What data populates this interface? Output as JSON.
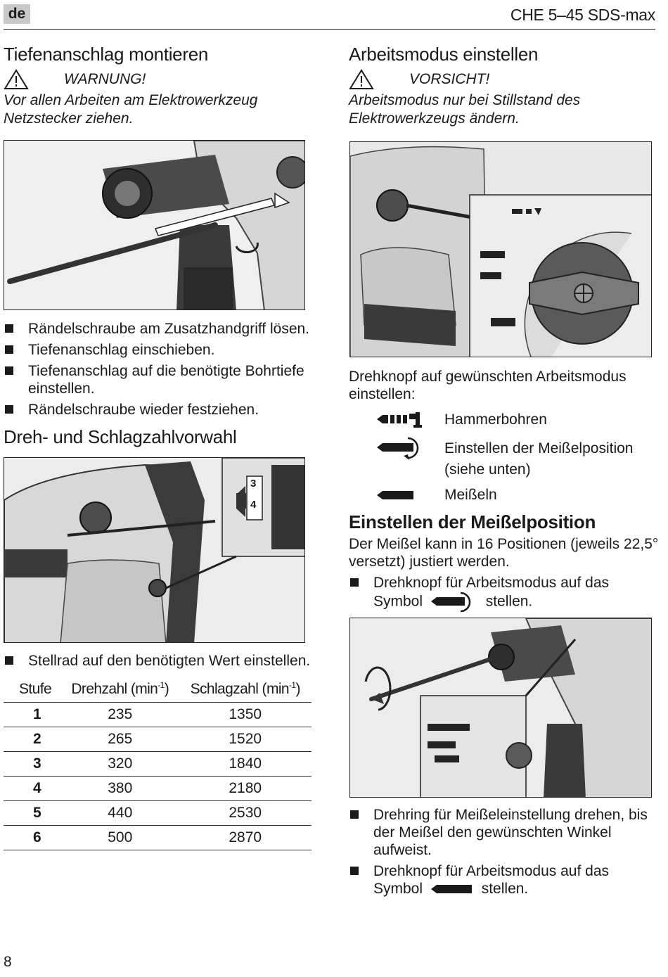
{
  "header": {
    "lang": "de",
    "model": "CHE 5–45 SDS-max",
    "page_number": "8"
  },
  "left": {
    "depth_stop": {
      "title": "Tiefenanschlag montieren",
      "warning_label": "WARNUNG!",
      "warning_text_1": "Vor allen Arbeiten am Elektrowerkzeug",
      "warning_text_2": "Netzstecker ziehen.",
      "steps": [
        "Rändelschraube am Zusatzhandgriff lösen.",
        "Tiefenanschlag einschieben.",
        "Tiefenanschlag auf die benötigte Bohrtiefe einstellen.",
        "Rändelschraube wieder festziehen."
      ]
    },
    "speed": {
      "title": "Dreh- und Schlagzahlvorwahl",
      "wheel_digit_top": "3",
      "wheel_digit_bottom": "4",
      "step": "Stellrad auf den benötigten Wert einstellen.",
      "table": {
        "col_stufe": "Stufe",
        "col_speed": "Drehzahl (min",
        "col_impact": "Schlagzahl (min",
        "unit_sup": "-1",
        "close": ")",
        "rows": [
          {
            "stufe": "1",
            "speed": "235",
            "impact": "1350"
          },
          {
            "stufe": "2",
            "speed": "265",
            "impact": "1520"
          },
          {
            "stufe": "3",
            "speed": "320",
            "impact": "1840"
          },
          {
            "stufe": "4",
            "speed": "380",
            "impact": "2180"
          },
          {
            "stufe": "5",
            "speed": "440",
            "impact": "2530"
          },
          {
            "stufe": "6",
            "speed": "500",
            "impact": "2870"
          }
        ]
      }
    }
  },
  "right": {
    "mode": {
      "title": "Arbeitsmodus einstellen",
      "caution_label": "VORSICHT!",
      "caution_text_1": "Arbeitsmodus nur bei Stillstand des",
      "caution_text_2": "Elektrowerkzeugs ändern.",
      "intro_1": "Drehknopf auf gewünschten Arbeitsmodus",
      "intro_2": "einstellen:",
      "modes": [
        {
          "icon": "hammer-drill-icon",
          "label": "Hammerbohren"
        },
        {
          "icon": "chisel-position-icon",
          "label": "Einstellen der Meißelposition"
        },
        {
          "icon": "",
          "label": "(siehe unten)"
        },
        {
          "icon": "chisel-icon",
          "label": "Meißeln"
        }
      ]
    },
    "chisel": {
      "title": "Einstellen der Meißelposition",
      "text_1": "Der Meißel kann in 16 Positionen (jeweils 22,5°",
      "text_2": "versetzt) justiert werden.",
      "step1_a": "Drehknopf für Arbeitsmodus auf das",
      "step1_b": "Symbol",
      "step1_c": "stellen.",
      "step2_1": "Drehring für Meißeleinstellung drehen, bis",
      "step2_2": "der Meißel den gewünschten Winkel",
      "step2_3": "aufweist.",
      "step3_a": "Drehknopf für Arbeitsmodus auf das",
      "step3_b": "Symbol",
      "step3_c": "stellen."
    }
  },
  "colors": {
    "text": "#1a1a1a",
    "badge": "#c8c8c8",
    "figure_bg": "#f2f2f2",
    "tool_dark": "#3a3a3a",
    "tool_mid": "#8a8a8a"
  }
}
